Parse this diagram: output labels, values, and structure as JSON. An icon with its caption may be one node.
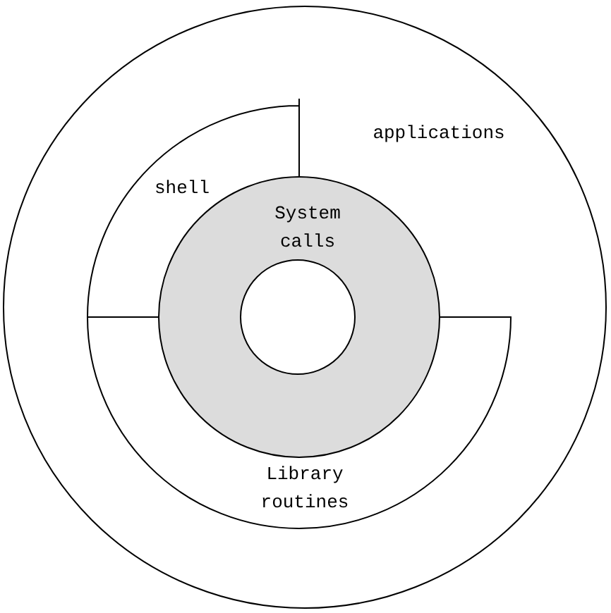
{
  "diagram": {
    "nodes": [
      {
        "text": [
          "applications"
        ]
      },
      {
        "text": [
          "shell"
        ],
        "in": 0
      },
      {
        "text": [
          "Library routines"
        ],
        "in": 0
      },
      {
        "text": [
          "System calls"
        ],
        "in": 0
      },
      {
        "text": [],
        "shape": "circle",
        "in": 3
      }
    ]
  }
}
